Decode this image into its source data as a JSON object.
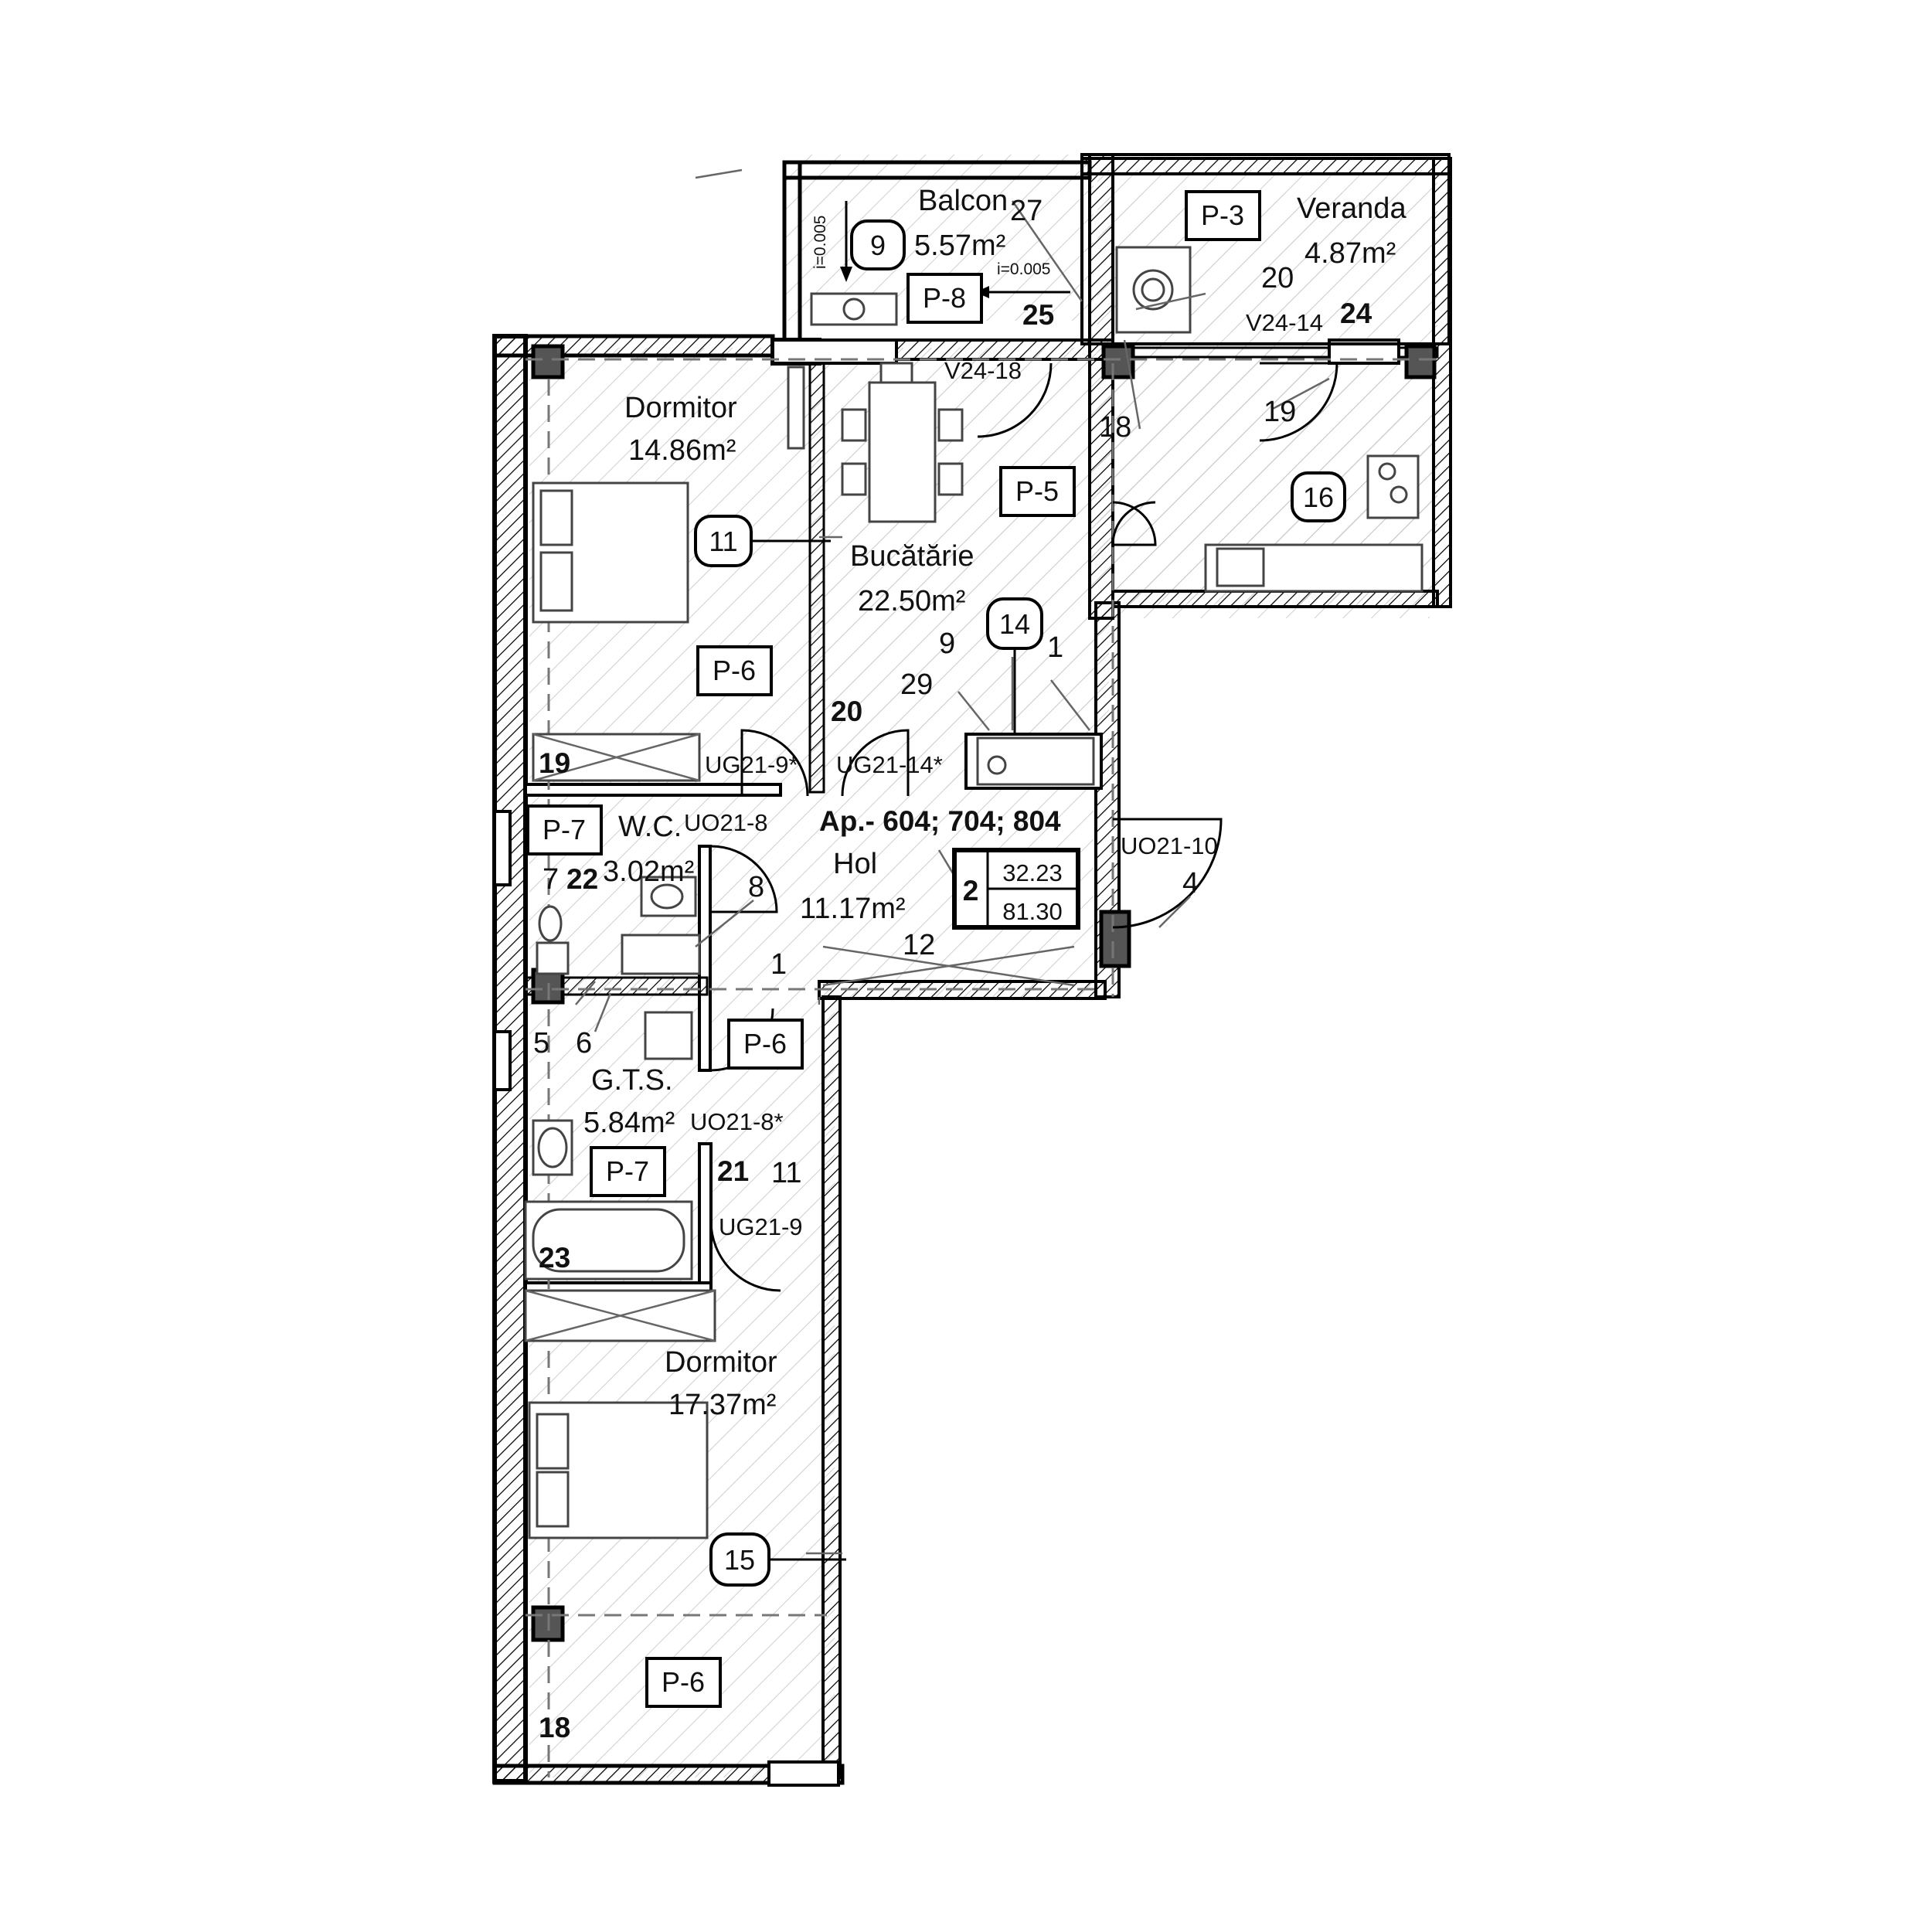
{
  "apartment": {
    "title": "Ap.- 604; 704; 804",
    "rooms_count": "2",
    "area_living": "32.23",
    "area_total": "81.30"
  },
  "rooms": {
    "balcon": {
      "name": "Balcon",
      "area": "5.57m²"
    },
    "veranda": {
      "name": "Veranda",
      "area": "4.87m²"
    },
    "dormitor_top": {
      "name": "Dormitor",
      "area": "14.86m²"
    },
    "bucatarie": {
      "name": "Bucătărie",
      "area": "22.50m²"
    },
    "wc": {
      "name": "W.C.",
      "area": "3.02m²"
    },
    "hol": {
      "name": "Hol",
      "area": "11.17m²"
    },
    "gts": {
      "name": "G.T.S.",
      "area": "5.84m²"
    },
    "dormitor_bottom": {
      "name": "Dormitor",
      "area": "17.37m²"
    }
  },
  "finish_tags": [
    "P-3",
    "P-8",
    "P-5",
    "P-6",
    "P-7",
    "P-7",
    "P-6",
    "P-6"
  ],
  "circle_labels": [
    "9",
    "16",
    "11",
    "14",
    "15"
  ],
  "door_codes": [
    "V24-18",
    "V24-14",
    "UG21-9*",
    "UG21-14*",
    "UO21-8",
    "UO21-10",
    "UO21-8*",
    "UG21-9"
  ],
  "slopes": [
    "i=0.005",
    "i=0.005"
  ],
  "bold_numbers": [
    "25",
    "24",
    "20",
    "19",
    "22",
    "21",
    "23",
    "18"
  ],
  "light_numbers": [
    "27",
    "20",
    "18",
    "19",
    "9",
    "1",
    "29",
    "7",
    "8",
    "4",
    "12",
    "1",
    "5",
    "6",
    "11"
  ]
}
